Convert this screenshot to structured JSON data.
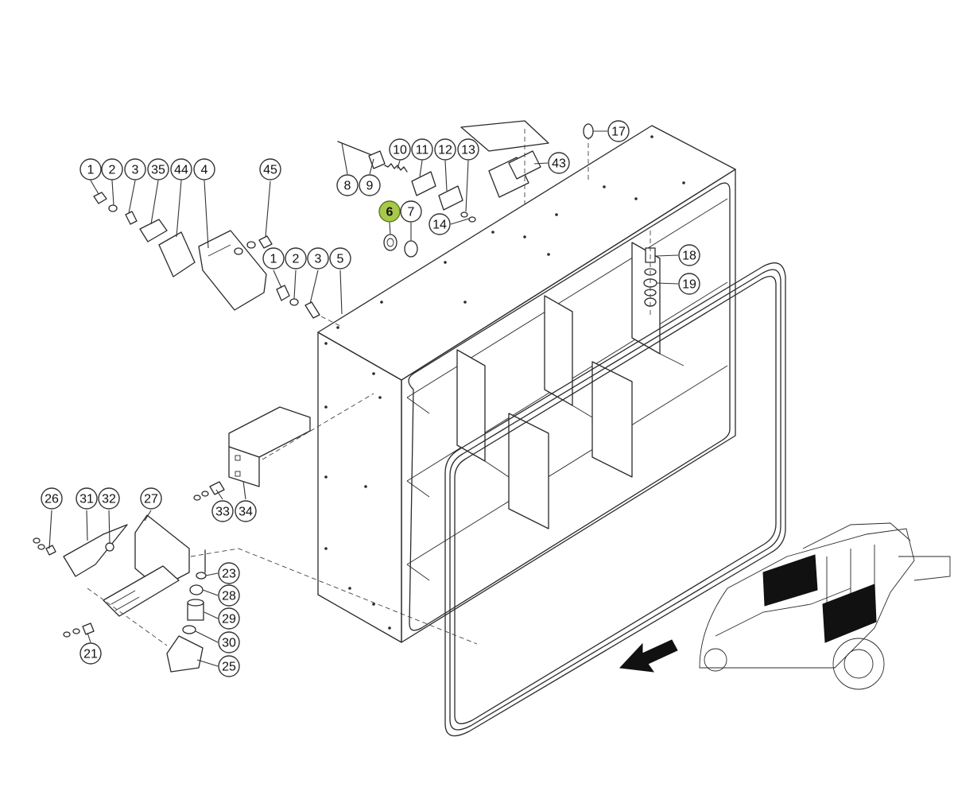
{
  "callouts": [
    {
      "id": "c1a",
      "label": "1"
    },
    {
      "id": "c2a",
      "label": "2"
    },
    {
      "id": "c3a",
      "label": "3"
    },
    {
      "id": "c35",
      "label": "35"
    },
    {
      "id": "c44",
      "label": "44"
    },
    {
      "id": "c4",
      "label": "4"
    },
    {
      "id": "c45",
      "label": "45"
    },
    {
      "id": "c1b",
      "label": "1"
    },
    {
      "id": "c2b",
      "label": "2"
    },
    {
      "id": "c3b",
      "label": "3"
    },
    {
      "id": "c5",
      "label": "5"
    },
    {
      "id": "c8",
      "label": "8"
    },
    {
      "id": "c9",
      "label": "9"
    },
    {
      "id": "c10",
      "label": "10"
    },
    {
      "id": "c11",
      "label": "11"
    },
    {
      "id": "c12",
      "label": "12"
    },
    {
      "id": "c13",
      "label": "13"
    },
    {
      "id": "c6",
      "label": "6",
      "highlighted": true
    },
    {
      "id": "c7",
      "label": "7"
    },
    {
      "id": "c14",
      "label": "14"
    },
    {
      "id": "c17",
      "label": "17"
    },
    {
      "id": "c43",
      "label": "43"
    },
    {
      "id": "c18",
      "label": "18"
    },
    {
      "id": "c19",
      "label": "19"
    },
    {
      "id": "c33",
      "label": "33"
    },
    {
      "id": "c34",
      "label": "34"
    },
    {
      "id": "c26",
      "label": "26"
    },
    {
      "id": "c31",
      "label": "31"
    },
    {
      "id": "c32",
      "label": "32"
    },
    {
      "id": "c27",
      "label": "27"
    },
    {
      "id": "c23",
      "label": "23"
    },
    {
      "id": "c28",
      "label": "28"
    },
    {
      "id": "c29",
      "label": "29"
    },
    {
      "id": "c30",
      "label": "30"
    },
    {
      "id": "c21",
      "label": "21"
    },
    {
      "id": "c25",
      "label": "25"
    }
  ],
  "colors": {
    "line": "#2a2a2a",
    "highlight": "#a8c84a",
    "background": "#ffffff"
  },
  "icons": {
    "direction_arrow": "arrow-down-left-icon",
    "machine": "baler-machine-thumbnail"
  }
}
